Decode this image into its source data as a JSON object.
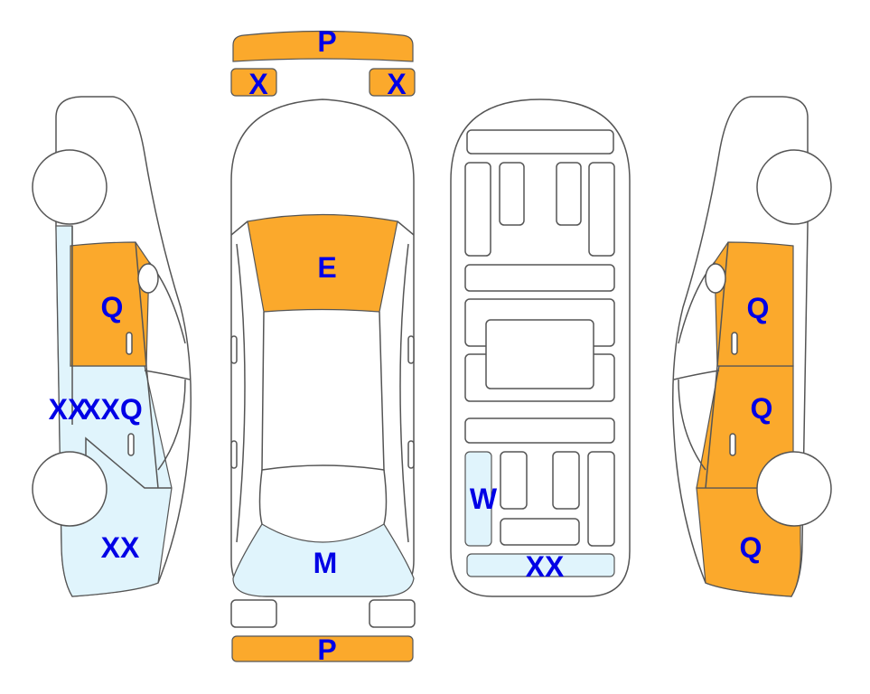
{
  "colors": {
    "damaged": "#fba92c",
    "minor": "#e0f4fc",
    "label": "#0000e6",
    "outline": "#555555"
  },
  "labels": {
    "front_bumper": "P",
    "front_left_light": "X",
    "front_right_light": "X",
    "windshield": "E",
    "rear_window": "M",
    "rear_bumper": "P",
    "left_front_door": "Q",
    "left_sill_a": "XX",
    "left_sill_b": "XXQ",
    "left_rear_quarter": "XX",
    "right_front_door": "Q",
    "right_rear_door": "Q",
    "right_rear_quarter": "Q",
    "underbody_left_rear": "W",
    "underbody_rear": "XX"
  }
}
